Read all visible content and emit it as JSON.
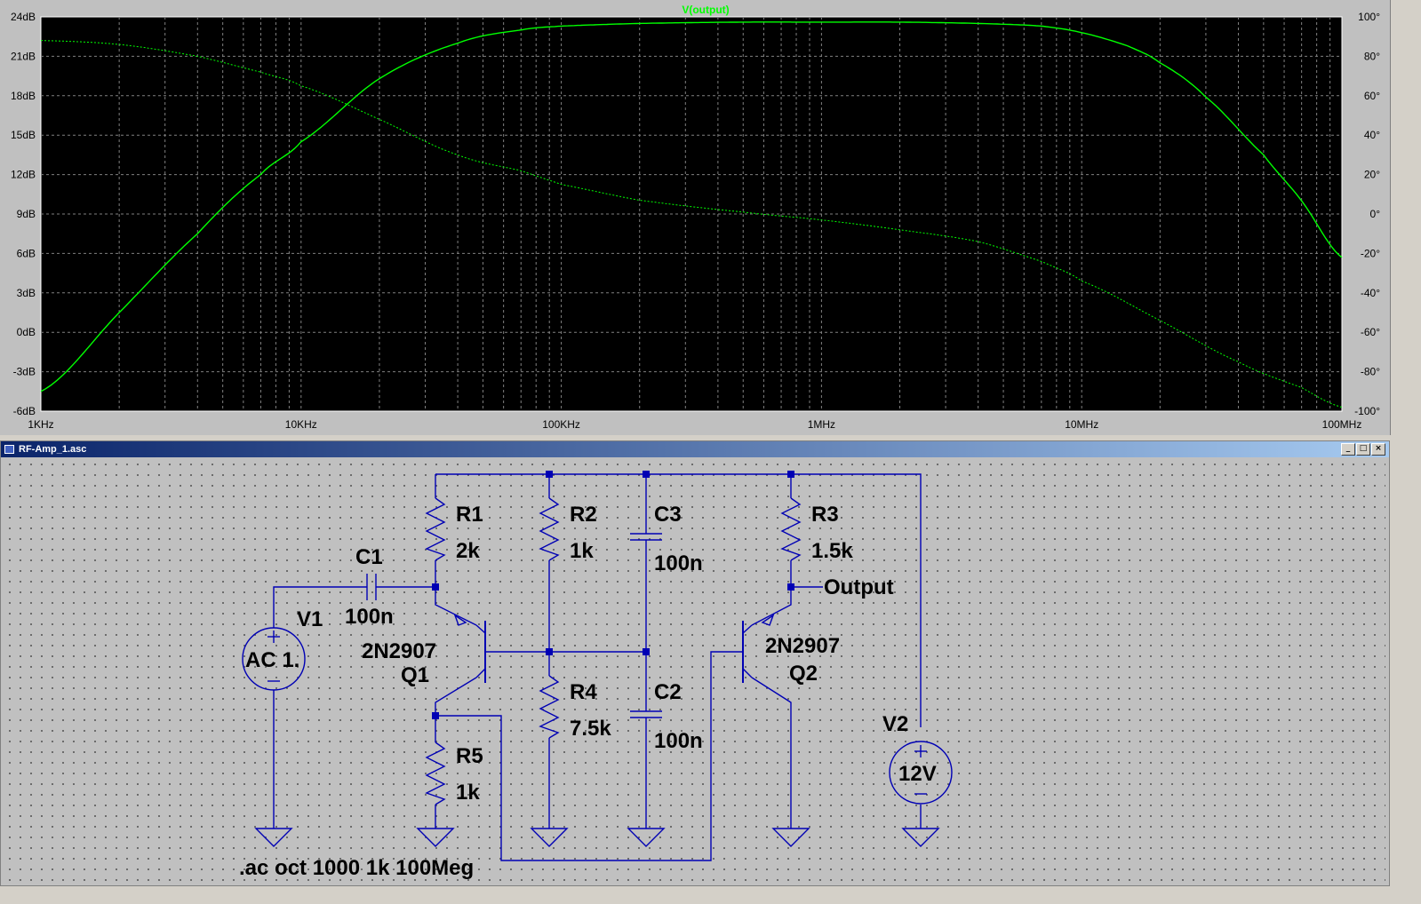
{
  "plot": {
    "trace_name": "V(output)",
    "trace_color": "#00ff00",
    "grid_color": "#808080",
    "background": "#000000",
    "chart_data": {
      "type": "line",
      "title": "V(output)",
      "x_scale": "log",
      "x_ticks": [
        "1KHz",
        "10KHz",
        "100KHz",
        "1MHz",
        "10MHz",
        "100MHz"
      ],
      "x_tick_values": [
        1000,
        10000,
        100000,
        1000000,
        10000000,
        100000000
      ],
      "y_left_ticks": [
        "24dB",
        "21dB",
        "18dB",
        "15dB",
        "12dB",
        "9dB",
        "6dB",
        "3dB",
        "0dB",
        "-3dB",
        "-6dB"
      ],
      "y_left_lim": [
        -6,
        24
      ],
      "y_right_ticks": [
        "100°",
        "80°",
        "60°",
        "40°",
        "20°",
        "0°",
        "-20°",
        "-40°",
        "-60°",
        "-80°",
        "-100°"
      ],
      "y_right_lim": [
        -100,
        100
      ],
      "series": [
        {
          "axis": "left",
          "style": "solid",
          "x": [
            1000,
            2000,
            4000,
            7000,
            10000,
            20000,
            40000,
            70000,
            100000,
            200000,
            500000,
            1000000,
            2000000,
            4000000,
            7000000,
            10000000,
            15000000,
            20000000,
            30000000,
            50000000,
            70000000,
            100000000
          ],
          "values": [
            -4.5,
            1.5,
            7.5,
            12.0,
            14.5,
            19.3,
            22.0,
            23.0,
            23.3,
            23.5,
            23.6,
            23.6,
            23.6,
            23.5,
            23.3,
            22.8,
            21.8,
            20.5,
            17.9,
            13.5,
            10.0,
            5.7
          ]
        },
        {
          "axis": "right",
          "style": "dotted",
          "x": [
            1000,
            2000,
            4000,
            7000,
            10000,
            20000,
            40000,
            70000,
            100000,
            200000,
            500000,
            1000000,
            2000000,
            4000000,
            7000000,
            10000000,
            20000000,
            40000000,
            70000000,
            100000000
          ],
          "values": [
            88,
            86,
            80,
            72,
            65,
            48,
            30,
            22,
            15,
            7,
            1,
            -3,
            -8,
            -14,
            -24,
            -34,
            -54,
            -75,
            -88,
            -98
          ]
        }
      ]
    }
  },
  "schematic": {
    "window_title": "RF-Amp_1.asc",
    "buttons": {
      "minimize": "_",
      "maximize": "□",
      "close": "×"
    },
    "wire_color": "#0000b4",
    "components": {
      "r1": {
        "name": "R1",
        "value": "2k"
      },
      "r2": {
        "name": "R2",
        "value": "1k"
      },
      "r3": {
        "name": "R3",
        "value": "1.5k"
      },
      "r4": {
        "name": "R4",
        "value": "7.5k"
      },
      "r5": {
        "name": "R5",
        "value": "1k"
      },
      "c1": {
        "name": "C1",
        "value": "100n"
      },
      "c2": {
        "name": "C2",
        "value": "100n"
      },
      "c3": {
        "name": "C3",
        "value": "100n"
      },
      "q1": {
        "name": "Q1",
        "model": "2N2907"
      },
      "q2": {
        "name": "Q2",
        "model": "2N2907"
      },
      "v1": {
        "name": "V1",
        "value": "AC 1."
      },
      "v2": {
        "name": "V2",
        "value": "12V"
      }
    },
    "net_label": "Output",
    "directive": ".ac oct 1000 1k 100Meg"
  }
}
